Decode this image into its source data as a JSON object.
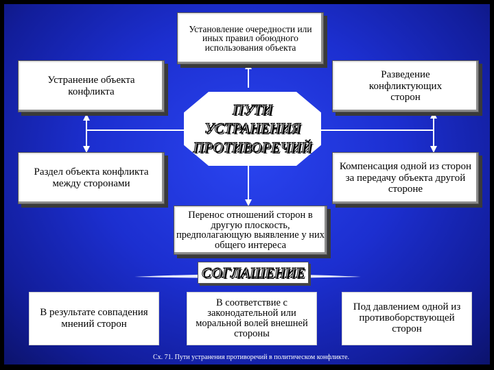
{
  "center_label": "ПУТИ УСТРАНЕНИЯ ПРОТИВОРЕЧИЙ",
  "nodes": {
    "top": "Установление очередности или иных правил обоюдного использования объекта",
    "left_top": "Устранение объекта конфликта",
    "left_bottom": "Раздел объекта конфликта между сторонами",
    "right_top": "Разведение конфликтующих сторон",
    "right_bottom": "Компенсация одной из сторон за передачу объекта другой стороне",
    "bottom": "Перенос отношений сторон в другую плоскость, предполагающую выявление у них общего интереса"
  },
  "agreement_label": "СОГЛАШЕНИЕ",
  "agreement_options": [
    "В результате совпадения мнений сторон",
    "В соответствие с законодательной или моральной волей внешней стороны",
    "Под давлением одной из противоборствующей сторон"
  ],
  "caption": "Сх. 71. Пути устранения противоречий в политическом конфликте."
}
